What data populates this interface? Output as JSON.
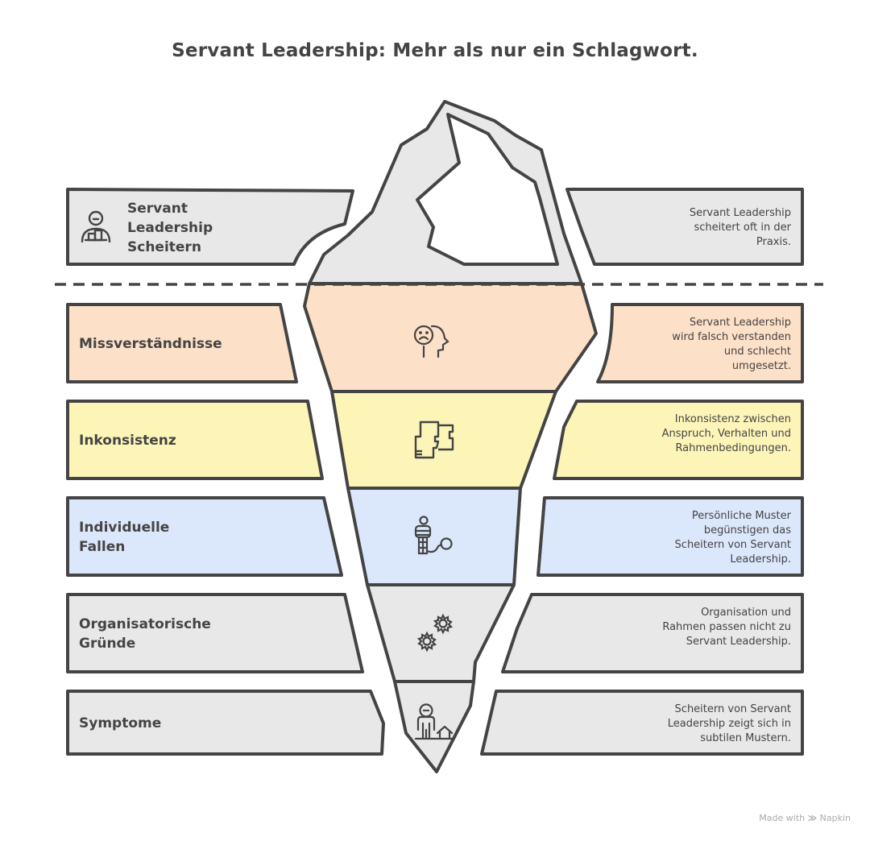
{
  "title": "Servant Leadership: Mehr als nur ein Schlagwort.",
  "header_row": {
    "label": "Servant Leadership Scheitern",
    "label_lines": [
      "Servant",
      "Leadership",
      "Scheitern"
    ],
    "description": "Servant Leadership scheitert oft in der Praxis.",
    "icon": "leader-presenting-icon",
    "color": "#e8e8e8"
  },
  "layers": [
    {
      "label": "Missverständnisse",
      "description": "Servant Leadership wird falsch verstanden und schlecht umgesetzt.",
      "icon": "confused-head-icon",
      "color": "#fde0c8"
    },
    {
      "label": "Inkonsistenz",
      "description": "Inkonsistenz zwischen Anspruch, Verhalten und Rahmenbedingungen.",
      "icon": "puzzle-mismatch-icon",
      "color": "#fdf5b8"
    },
    {
      "label": "Individuelle Fallen",
      "description": "Persönliche Muster begünstigen das Scheitern von Servant Leadership.",
      "icon": "prisoner-ball-chain-icon",
      "color": "#dbe7fb"
    },
    {
      "label": "Organisatorische Gründe",
      "description": "Organisation und Rahmen passen nicht zu Servant Leadership.",
      "icon": "gears-icon",
      "color": "#e8e8e8"
    },
    {
      "label": "Symptome",
      "description": "Scheitern von Servant Leadership zeigt sich in subtilen Mustern.",
      "icon": "person-house-icon",
      "color": "#e8e8e8"
    }
  ],
  "footer": {
    "text": "Made with",
    "brand": "Napkin"
  },
  "colors": {
    "stroke": "#444444",
    "grey": "#e8e8e8",
    "peach": "#fde0c8",
    "yellow": "#fdf5b8",
    "blue": "#dbe7fb"
  }
}
